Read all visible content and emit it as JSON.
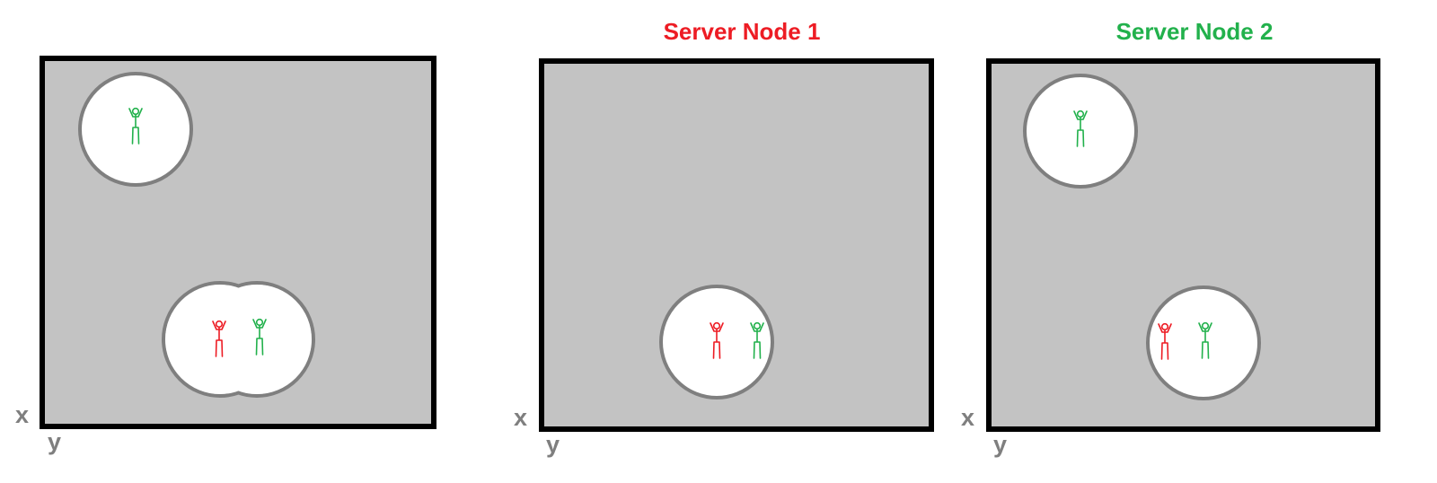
{
  "panels": [
    {
      "title": "",
      "axis_x": "x",
      "axis_y": "y",
      "figures": [
        {
          "color": "#22b14c"
        },
        {
          "color": "#ed1c24"
        },
        {
          "color": "#22b14c"
        }
      ]
    },
    {
      "title": "Server Node 1",
      "title_color": "#ed1c24",
      "axis_x": "x",
      "axis_y": "y",
      "figures": [
        {
          "color": "#ed1c24"
        },
        {
          "color": "#22b14c"
        }
      ]
    },
    {
      "title": "Server Node 2",
      "title_color": "#22b14c",
      "axis_x": "x",
      "axis_y": "y",
      "figures": [
        {
          "color": "#22b14c"
        },
        {
          "color": "#ed1c24"
        },
        {
          "color": "#22b14c"
        }
      ]
    }
  ],
  "colors": {
    "map_fill": "#c3c3c3",
    "map_border": "#000000",
    "circle_border": "#7f7f7f",
    "circle_fill": "#ffffff",
    "axis_label": "#7f7f7f"
  }
}
